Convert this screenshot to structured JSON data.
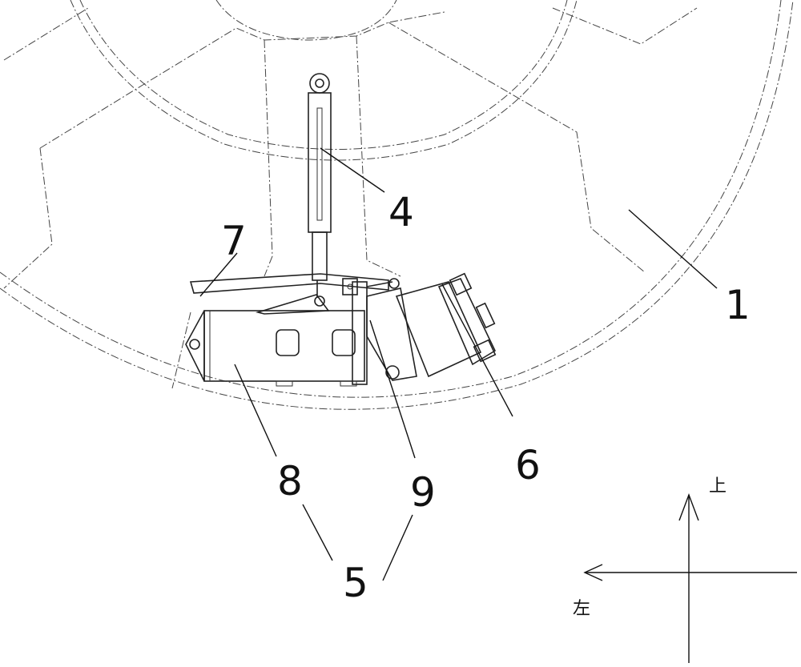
{
  "labels": {
    "part_1": "1",
    "part_4": "4",
    "part_5": "5",
    "part_6": "6",
    "part_7": "7",
    "part_8": "8",
    "part_9": "9"
  },
  "orientation": {
    "up": "上",
    "left": "左"
  }
}
